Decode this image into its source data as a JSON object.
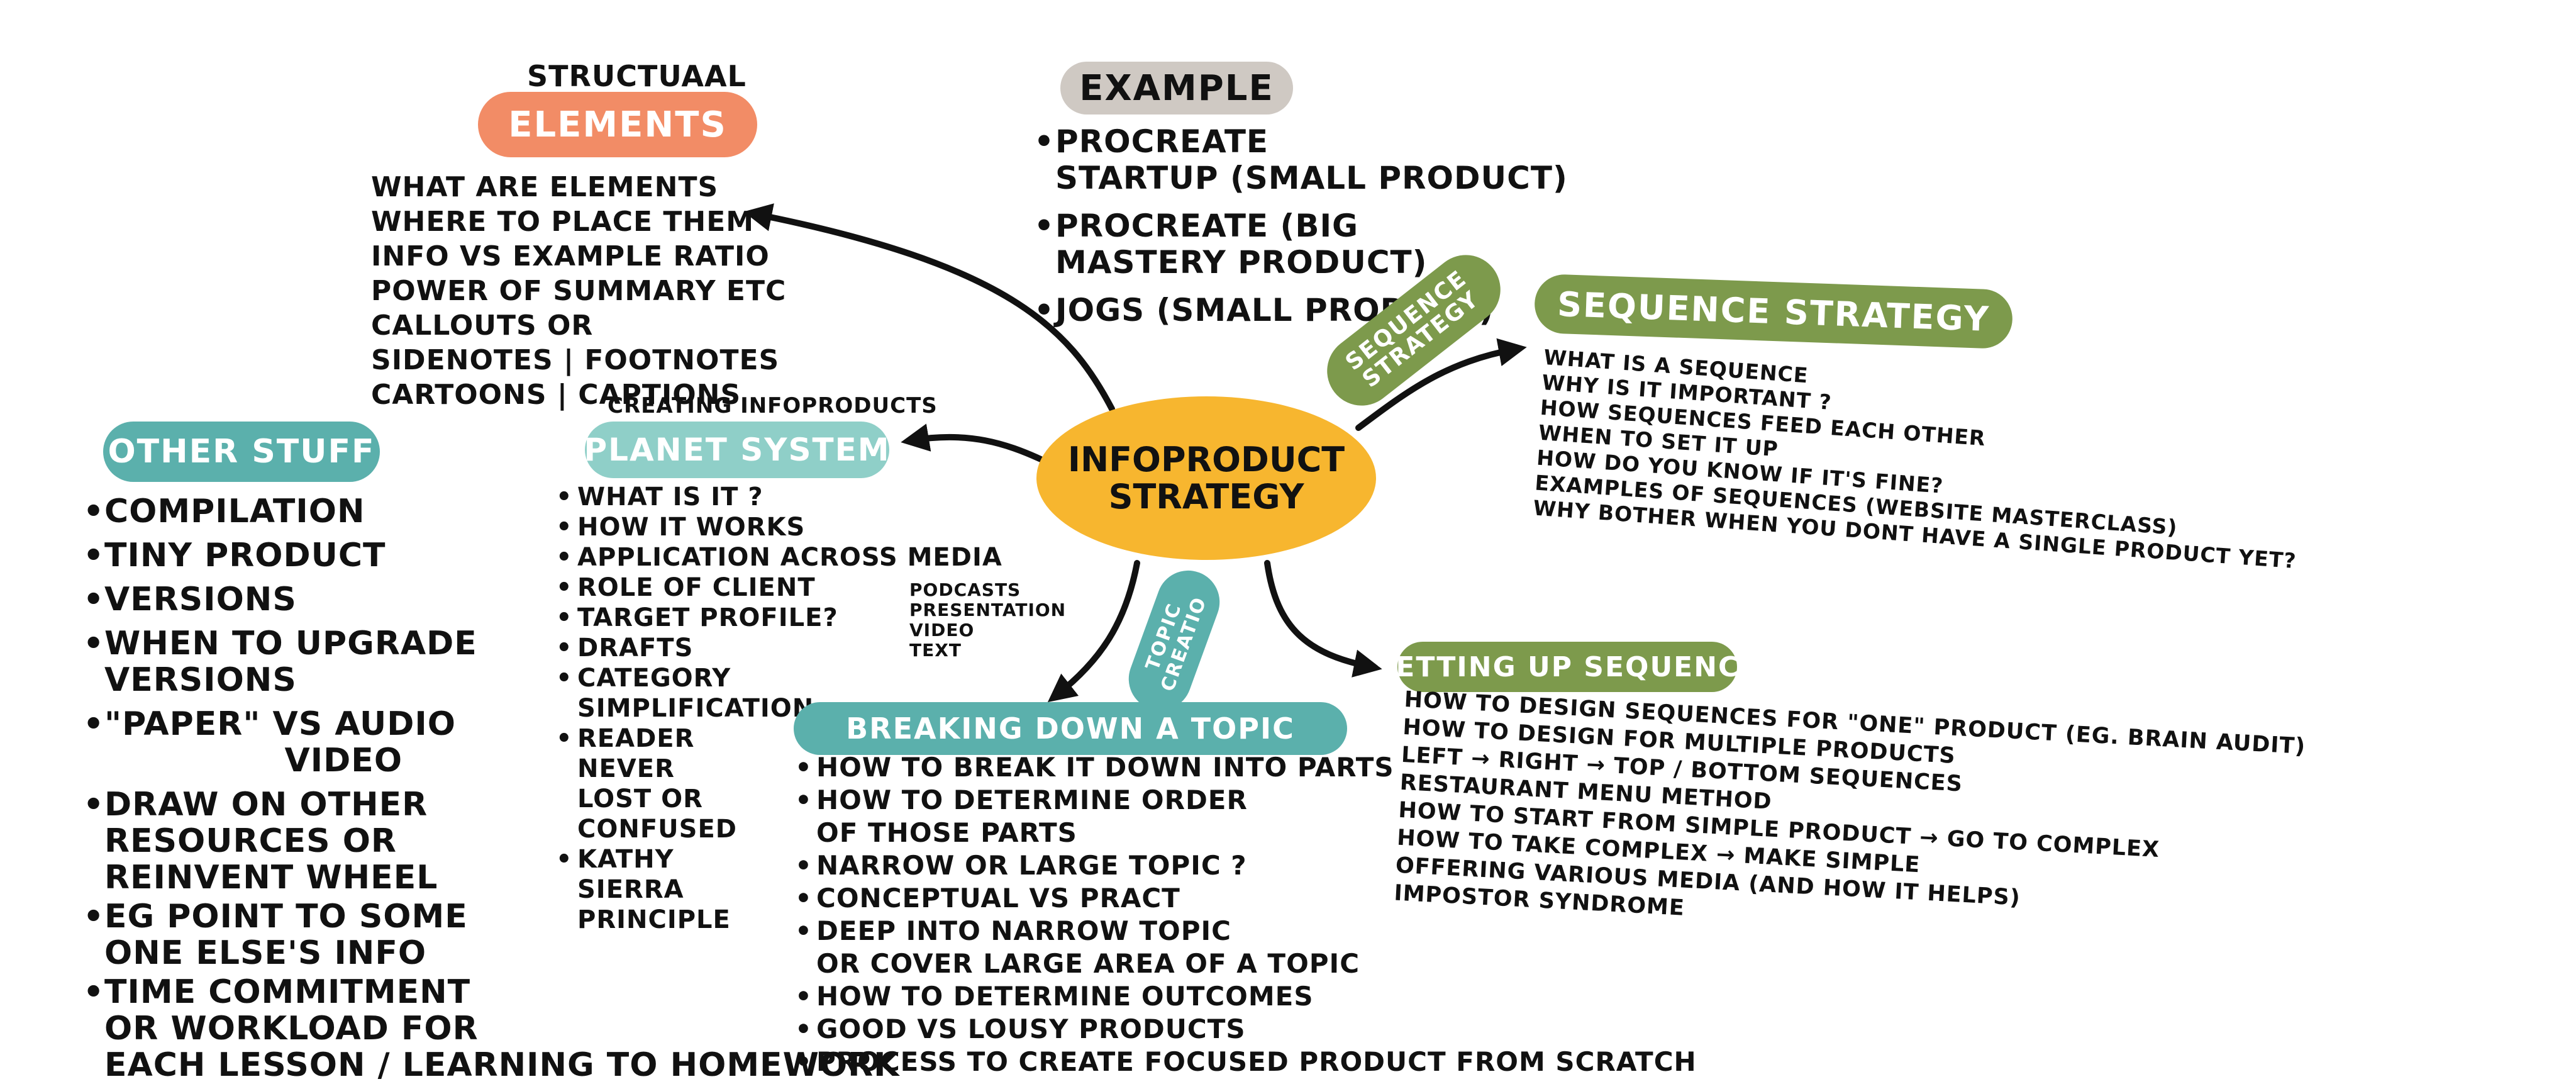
{
  "colors": {
    "ink": "#111111",
    "salmon": "#f28c66",
    "grey": "#cfc9c3",
    "olive": "#7d9a4c",
    "teal": "#5bb0ac",
    "yellow": "#f7b62f"
  },
  "center": {
    "line1": "INFOPRODUCT",
    "line2": "STRATEGY"
  },
  "structural": {
    "over": "STRUCTUAAL",
    "title": "ELEMENTS",
    "items": [
      "WHAT ARE ELEMENTS",
      "WHERE TO PLACE THEM",
      "INFO VS EXAMPLE RATIO",
      "POWER OF SUMMARY ETC",
      "CALLOUTS OR",
      "SIDENOTES | FOOTNOTES",
      "CARTOONS | CAPTIONS"
    ]
  },
  "example": {
    "title": "EXAMPLE",
    "items": [
      "PROCREATE\nSTARTUP (SMALL PRODUCT)",
      "PROCREATE (BIG\nMASTERY PRODUCT)",
      "JOGS (SMALL PRODUCT)"
    ]
  },
  "sequence": {
    "tag_line1": "SEQUENCE",
    "tag_line2": "STRATEGY",
    "title": "SEQUENCE STRATEGY",
    "items": [
      "WHAT IS A SEQUENCE",
      "WHY IS IT IMPORTANT ?",
      "HOW SEQUENCES FEED EACH OTHER",
      "WHEN TO SET IT UP",
      "HOW DO YOU KNOW IF IT'S FINE?",
      "EXAMPLES OF SEQUENCES (WEBSITE MASTERCLASS)",
      "WHY BOTHER WHEN YOU DONT HAVE A SINGLE PRODUCT YET?"
    ]
  },
  "other": {
    "title": "OTHER STUFF",
    "items": [
      "COMPILATION",
      "TINY PRODUCT",
      "VERSIONS",
      "WHEN TO UPGRADE\nVERSIONS",
      "\"PAPER\" VS AUDIO\n               VIDEO",
      "DRAW ON OTHER\nRESOURCES OR\nREINVENT WHEEL",
      "EG POINT TO SOME\nONE ELSE'S INFO",
      "TIME COMMITMENT\nOR WORKLOAD FOR\nEACH LESSON / LEARNING TO HOMEWORK"
    ]
  },
  "planet": {
    "over": "CREATING INFOPRODUCTS",
    "title": "PLANET SYSTEM",
    "items": [
      "WHAT IS IT ?",
      "HOW IT WORKS",
      "APPLICATION ACROSS MEDIA",
      "ROLE OF CLIENT",
      "TARGET PROFILE?",
      "DRAFTS",
      "CATEGORY\nSIMPLIFICATION",
      "READER\nNEVER\nLOST OR\nCONFUSED",
      "KATHY\nSIERRA\nPRINCIPLE"
    ],
    "media": [
      "PODCASTS",
      "PRESENTATION",
      "VIDEO",
      "TEXT"
    ]
  },
  "topic_tag": {
    "line1": "TOPIC",
    "line2": "CREATIO"
  },
  "breaking": {
    "title": "BREAKING DOWN A TOPIC",
    "items": [
      "HOW TO BREAK IT DOWN INTO PARTS",
      "HOW TO DETERMINE ORDER\nOF THOSE PARTS",
      "NARROW OR LARGE TOPIC ?",
      "CONCEPTUAL VS PRACT",
      "DEEP INTO NARROW TOPIC\nOR COVER LARGE AREA OF A TOPIC",
      "HOW TO DETERMINE OUTCOMES",
      "GOOD VS LOUSY PRODUCTS",
      "PROCESS TO CREATE FOCUSED PRODUCT FROM SCRATCH"
    ]
  },
  "setting": {
    "title": "SETTING UP SEQUENCE",
    "items": [
      "HOW TO DESIGN SEQUENCES FOR \"ONE\" PRODUCT (EG. BRAIN AUDIT)",
      "HOW TO DESIGN FOR MULTIPLE PRODUCTS",
      "LEFT → RIGHT → TOP / BOTTOM SEQUENCES",
      "RESTAURANT MENU METHOD",
      "HOW TO START FROM SIMPLE PRODUCT → GO TO COMPLEX",
      "HOW TO TAKE COMPLEX → MAKE SIMPLE",
      "OFFERING VARIOUS MEDIA (AND HOW IT HELPS)",
      "IMPOSTOR SYNDROME"
    ]
  }
}
